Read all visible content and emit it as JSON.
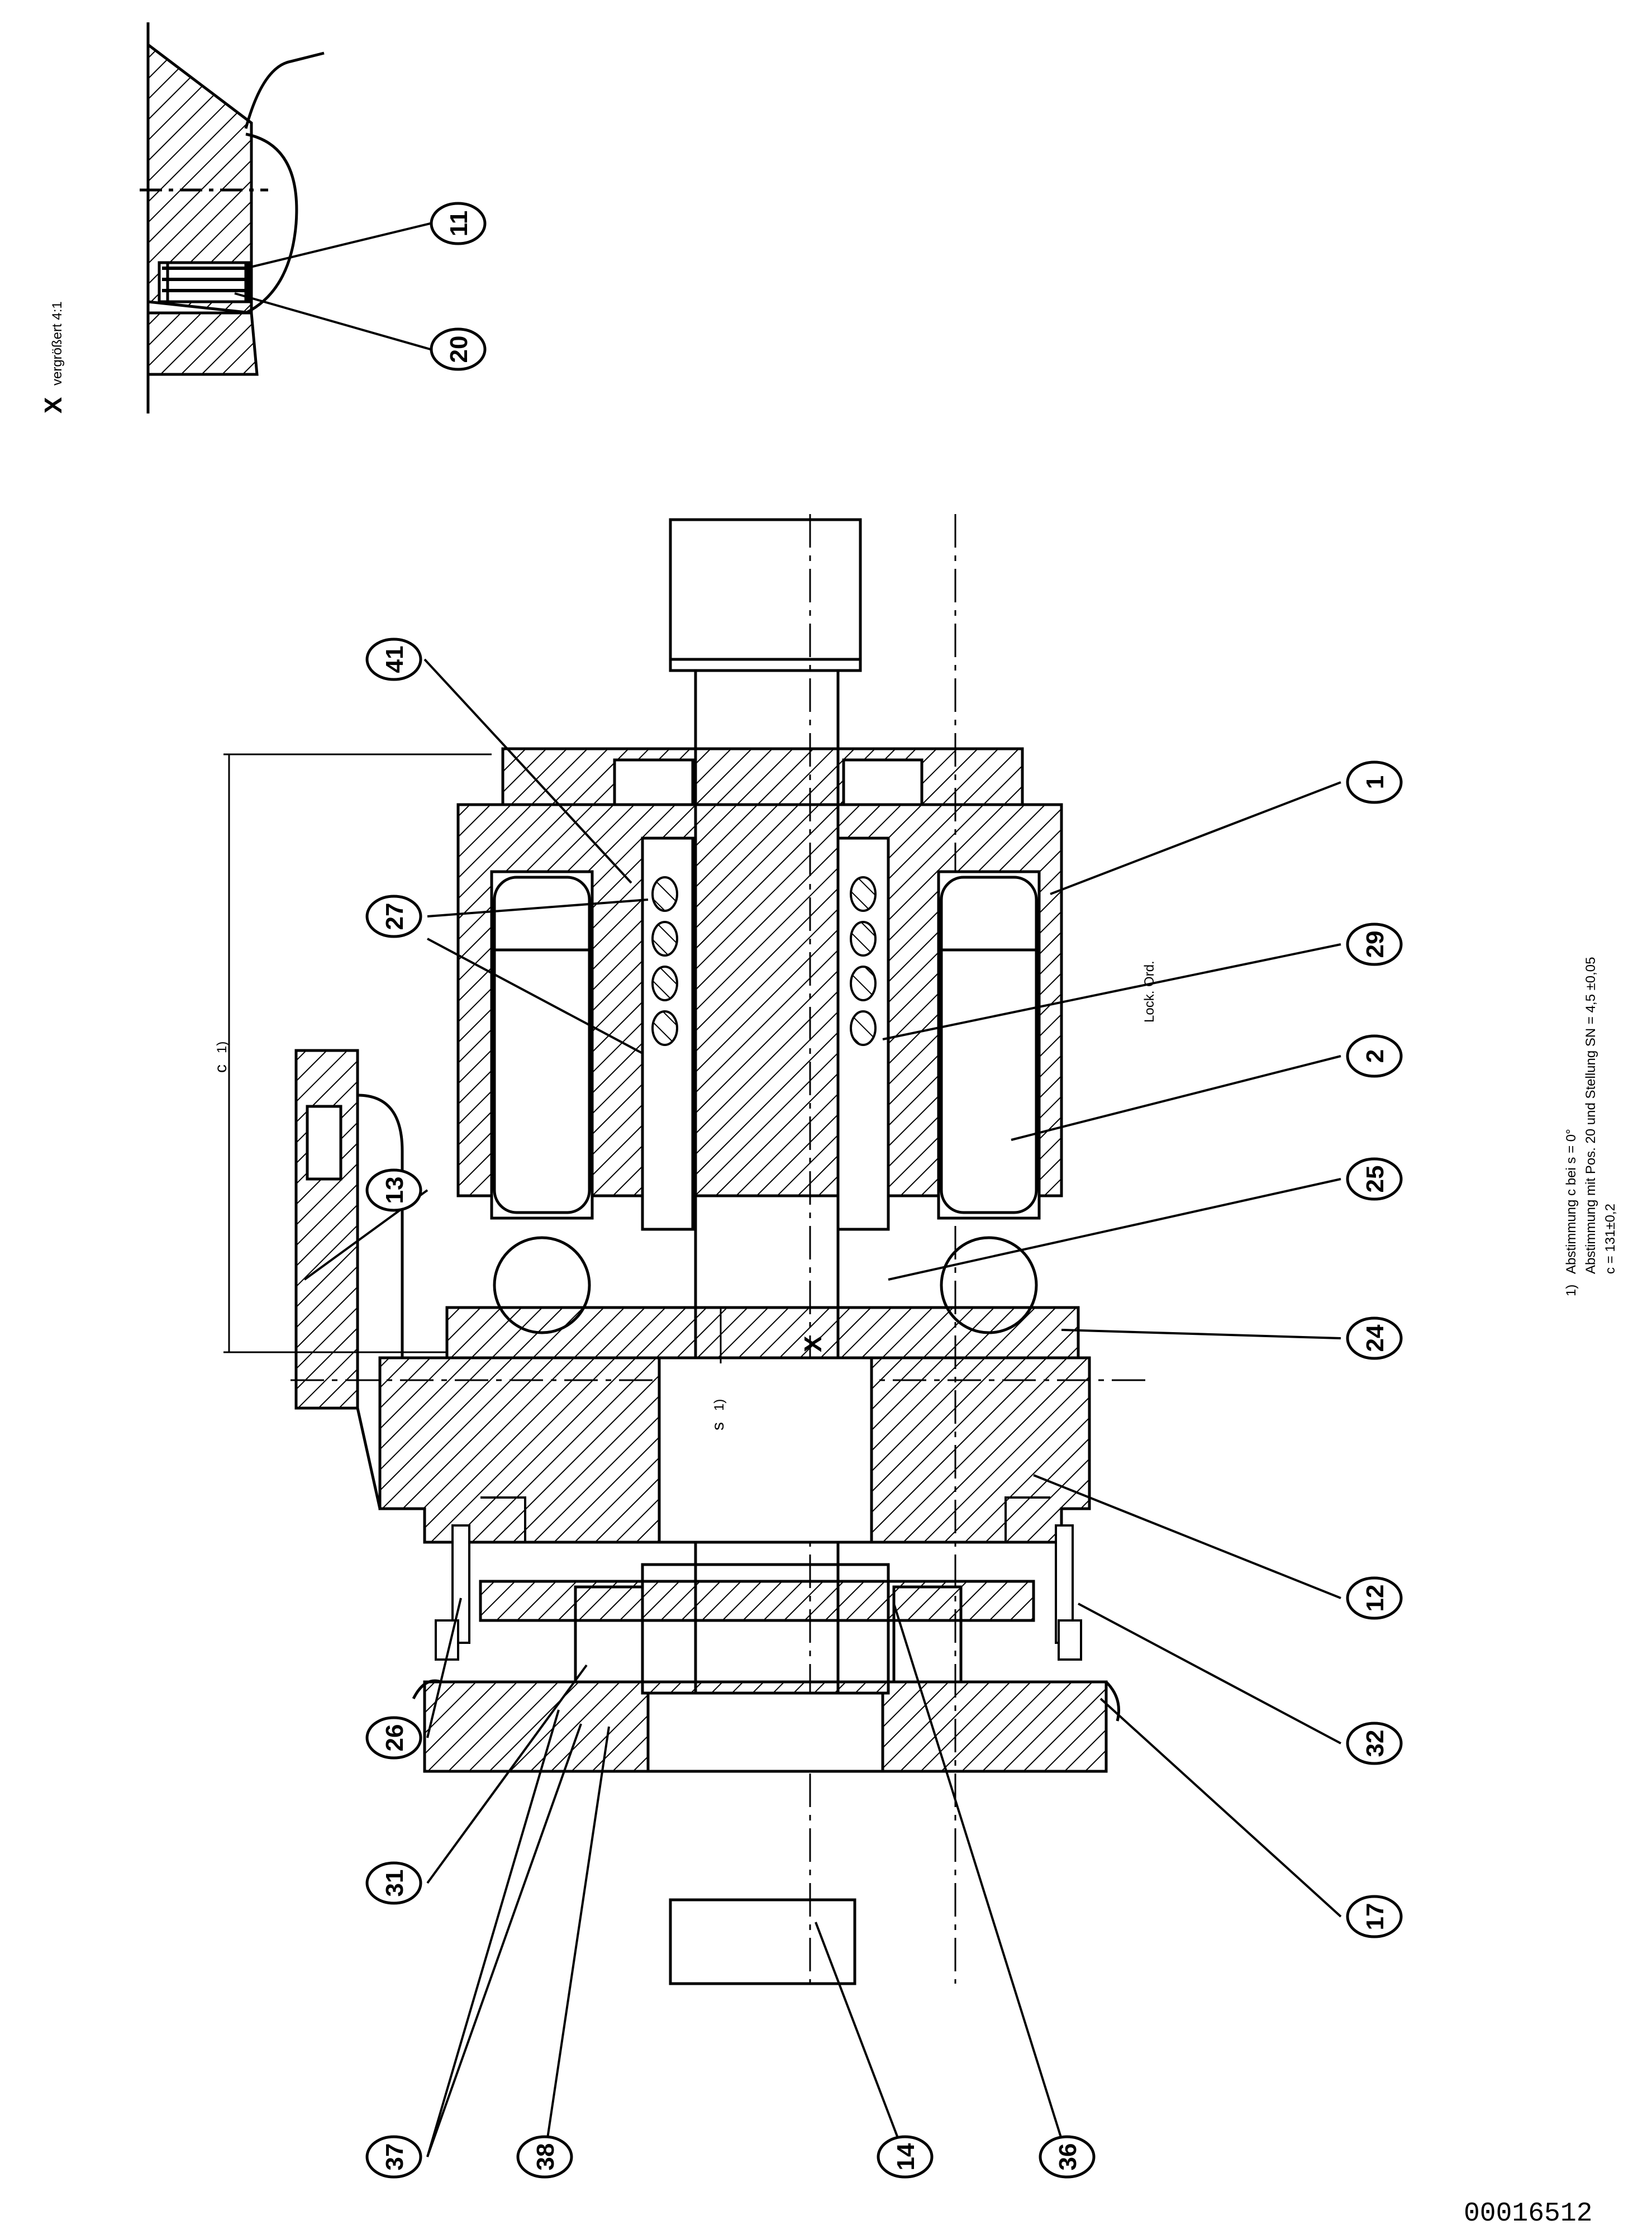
{
  "drawing": {
    "document_number": "00016512",
    "detail_view": {
      "letter": "X",
      "caption": "vergrößert 4:1",
      "callouts": [
        "11",
        "20"
      ]
    },
    "section_marker": "X",
    "callouts": [
      "41",
      "27",
      "13",
      "1",
      "29",
      "2",
      "25",
      "24",
      "12",
      "32",
      "17",
      "26",
      "31",
      "37",
      "38",
      "14",
      "36"
    ],
    "dimension_labels": {
      "c_label": "c",
      "c_superscript": "1)",
      "s_label": "s",
      "s_superscript": "1)",
      "inline_note": "Lock. Ord."
    },
    "footnote": {
      "marker": "1)",
      "lines": [
        "Abstimmung c bei s = 0°",
        "Abstimmung mit Pos. 20 und Stellung SN = 4,5 ±0,05",
        "c = 131±0,2"
      ]
    },
    "colors": {
      "line": "#000000",
      "background": "#ffffff"
    }
  }
}
